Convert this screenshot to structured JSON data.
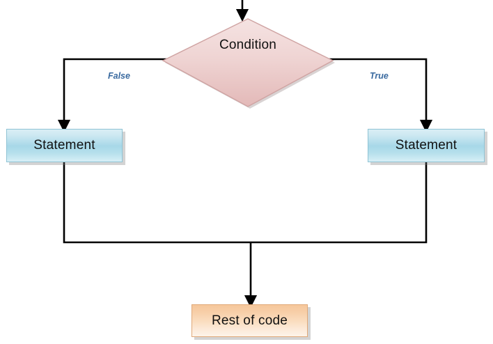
{
  "diagram": {
    "title": "if-else conditional flowchart",
    "background": "#ffffff"
  },
  "nodes": {
    "condition": {
      "label": "Condition",
      "shape": "diamond",
      "fill_top": "#f3dedd",
      "fill_bottom": "#e7bcbb",
      "stroke": "#cfa3a2"
    },
    "statement_false": {
      "label": "Statement",
      "shape": "rectangle",
      "fill": "#a7d8e8",
      "stroke": "#8fc3d4"
    },
    "statement_true": {
      "label": "Statement",
      "shape": "rectangle",
      "fill": "#a7d8e8",
      "stroke": "#8fc3d4"
    },
    "rest_of_code": {
      "label": "Rest  of code",
      "shape": "rectangle",
      "fill": "#f8d3ad",
      "stroke": "#e0a878"
    }
  },
  "edges": {
    "entry": {
      "from": "top",
      "to": "condition",
      "label": ""
    },
    "false_branch": {
      "from": "condition",
      "to": "statement_false",
      "label": "False"
    },
    "true_branch": {
      "from": "condition",
      "to": "statement_true",
      "label": "True"
    },
    "merge": {
      "from": "statements",
      "to": "rest_of_code",
      "label": ""
    }
  },
  "labels": {
    "false": "False",
    "true": "True",
    "branch_color": "#39699f",
    "line_color": "#000000"
  }
}
